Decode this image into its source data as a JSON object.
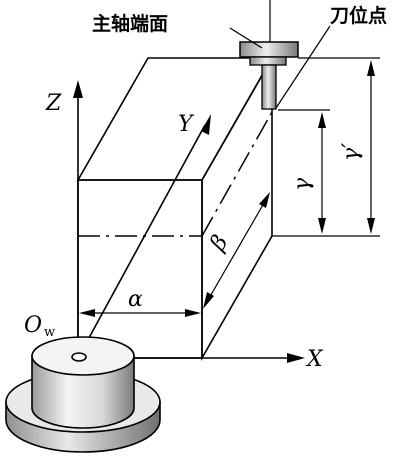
{
  "labels": {
    "spindle_face": "主轴端面",
    "tool_point": "刀位点",
    "axis_z": "Z",
    "axis_y": "Y",
    "axis_x": "X",
    "origin": "O",
    "origin_sub": "w",
    "alpha": "α",
    "beta": "β",
    "gamma": "γ",
    "gamma_prime": "γ′"
  },
  "colors": {
    "line": "#000000",
    "face_shade": "#ffffff",
    "chuck_shade": "#bdbdbd",
    "chuck_light": "#f2f2f2"
  }
}
